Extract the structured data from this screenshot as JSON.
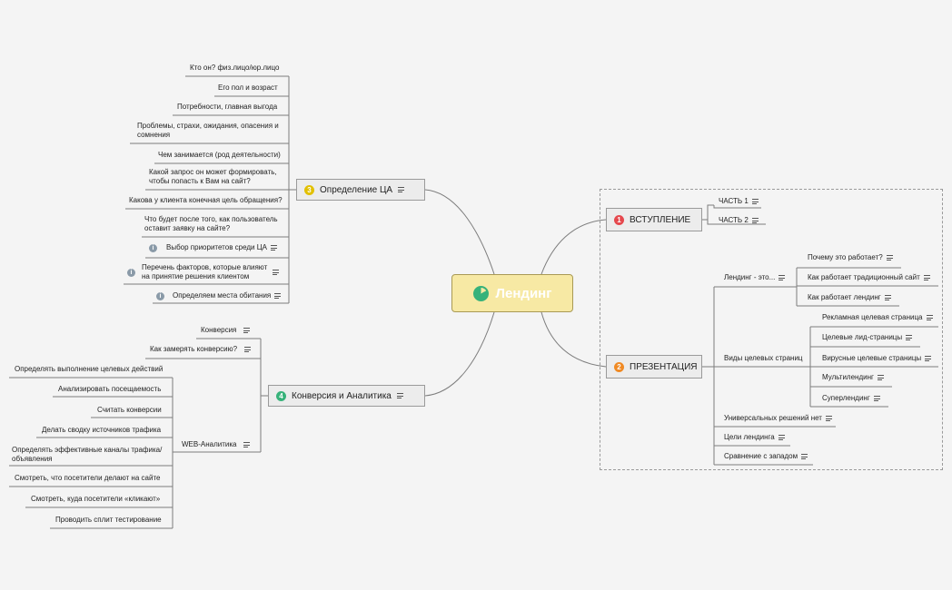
{
  "central": {
    "title": "Лендинг",
    "color": "#f7e9a4"
  },
  "colors": {
    "badge1": "#e5484d",
    "badge2": "#f08a24",
    "badge3": "#e2c000",
    "badge4": "#37b27a",
    "line": "#7d7d7d"
  },
  "topics": {
    "vstuplenie": {
      "badge": "1",
      "title": "ВСТУПЛЕНИЕ",
      "items": [
        "ЧАСТЬ 1",
        "ЧАСТЬ 2"
      ]
    },
    "presentation": {
      "badge": "2",
      "title": "ПРЕЗЕНТАЦИЯ",
      "landing_is": {
        "label": "Лендинг - это...",
        "items": [
          "Почему это работает?",
          "Как работает традиционный сайт",
          "Как работает лендинг"
        ]
      },
      "types": {
        "label": "Виды целевых страниц",
        "items": [
          "Рекламная целевая страница",
          "Целевые лид-страницы",
          "Вирусные целевые страницы",
          "Мультилендинг",
          "Суперлендинг"
        ]
      },
      "others": [
        "Универсальных решений нет",
        "Цели лендинга",
        "Сравнение с западом"
      ]
    },
    "ca": {
      "badge": "3",
      "title": "Определение ЦА",
      "items": [
        "Кто он? физ.лицо/юр.лицо",
        "Его пол и возраст",
        "Потребности, главная выгода",
        "Проблемы, страхи, ожидания, опасения и сомнения",
        "Чем занимается (род деятельности)",
        "Какой запрос он может формировать, чтобы попасть к Вам на сайт?",
        "Какова у клиента конечная цель обращения?",
        "Что будет после того, как пользователь оставит заявку на сайте?",
        "Выбор приоритетов среди ЦА",
        "Перечень факторов, которые влияют на принятие решения клиентом",
        "Определяем места обитания"
      ]
    },
    "conversion": {
      "badge": "4",
      "title": "Конверсия и Аналитика",
      "items": [
        "Конверсия",
        "Как замерять конверсию?"
      ],
      "web": {
        "label": "WEB-Аналитика",
        "items": [
          "Определять выполнение целевых действий",
          "Анализировать посещаемость",
          "Считать конверсии",
          "Делать сводку источников трафика",
          "Определять эффективные каналы трафика/объявления",
          "Смотреть, что посетители делают на сайте",
          "Смотреть, куда посетители «кликают»",
          "Проводить сплит тестирование"
        ]
      }
    }
  }
}
